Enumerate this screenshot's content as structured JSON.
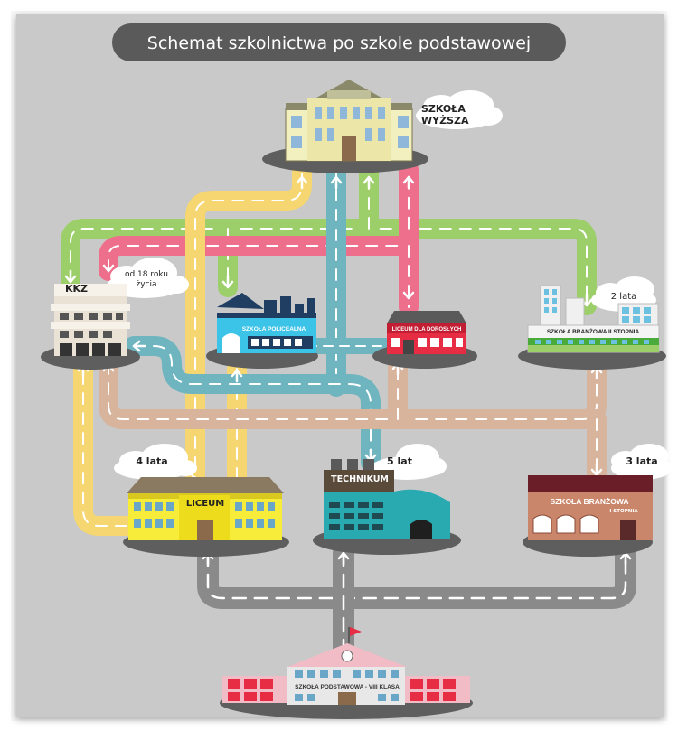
{
  "title": "Schemat szkolnictwa po szkole podstawowej",
  "labels": {
    "university": "SZKOŁA",
    "university2": "WYŻSZA",
    "kkz": "KKZ",
    "kkz_note1": "od 18 roku",
    "kkz_note2": "życia",
    "postsecondary": "SZKOŁA POLICEALNA",
    "adult_lyceum": "LICEUM DLA DOROSŁYCH",
    "vocational2": "SZKOŁA BRANŻOWA II STOPNIA",
    "vocational2_duration": "2 lata",
    "lyceum": "LICEUM",
    "lyceum_duration": "4 lata",
    "technikum": "TECHNIKUM",
    "technikum_duration": "5 lat",
    "vocational1": "SZKOŁA BRANŻOWA",
    "vocational1_sub": "I STOPNIA",
    "vocational1_duration": "3 lata",
    "primary": "SZKOŁA PODSTAWOWA - VIII KLASA"
  },
  "colors": {
    "background": "#c9c9c9",
    "title_bg": "#5a5a5a",
    "road_gray": "#8a8a8a",
    "road_green": "#9ccf6a",
    "road_pink": "#ee6f8c",
    "road_yellow": "#f5d670",
    "road_teal": "#6fb5c0",
    "road_tan": "#d7b49b",
    "lyceum": "#f7ec3a",
    "technikum": "#29aab1",
    "vocational1": "#c9866a",
    "postsecondary": "#3cc3e8",
    "adult_lyceum": "#e62d43",
    "university": "#f3f0c0",
    "primary": "#f1bcc6"
  }
}
